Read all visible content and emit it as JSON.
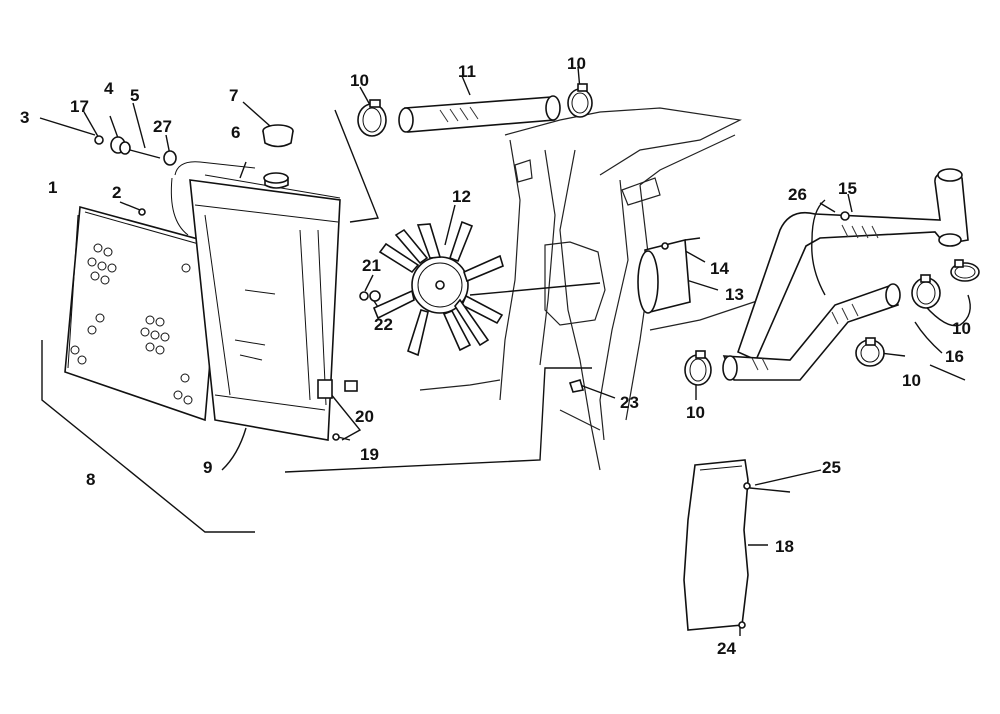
{
  "labels": {
    "l1": "1",
    "l2": "2",
    "l3": "3",
    "l4": "4",
    "l5": "5",
    "l6": "6",
    "l7": "7",
    "l8": "8",
    "l9": "9",
    "l10a": "10",
    "l10b": "10",
    "l10c": "10",
    "l10d": "10",
    "l10e": "10",
    "l11": "11",
    "l12": "12",
    "l13": "13",
    "l14": "14",
    "l15": "15",
    "l16": "16",
    "l17": "17",
    "l18": "18",
    "l19": "19",
    "l20": "20",
    "l21": "21",
    "l22": "22",
    "l23": "23",
    "l24": "24",
    "l25": "25",
    "l26": "26",
    "l27": "27"
  }
}
